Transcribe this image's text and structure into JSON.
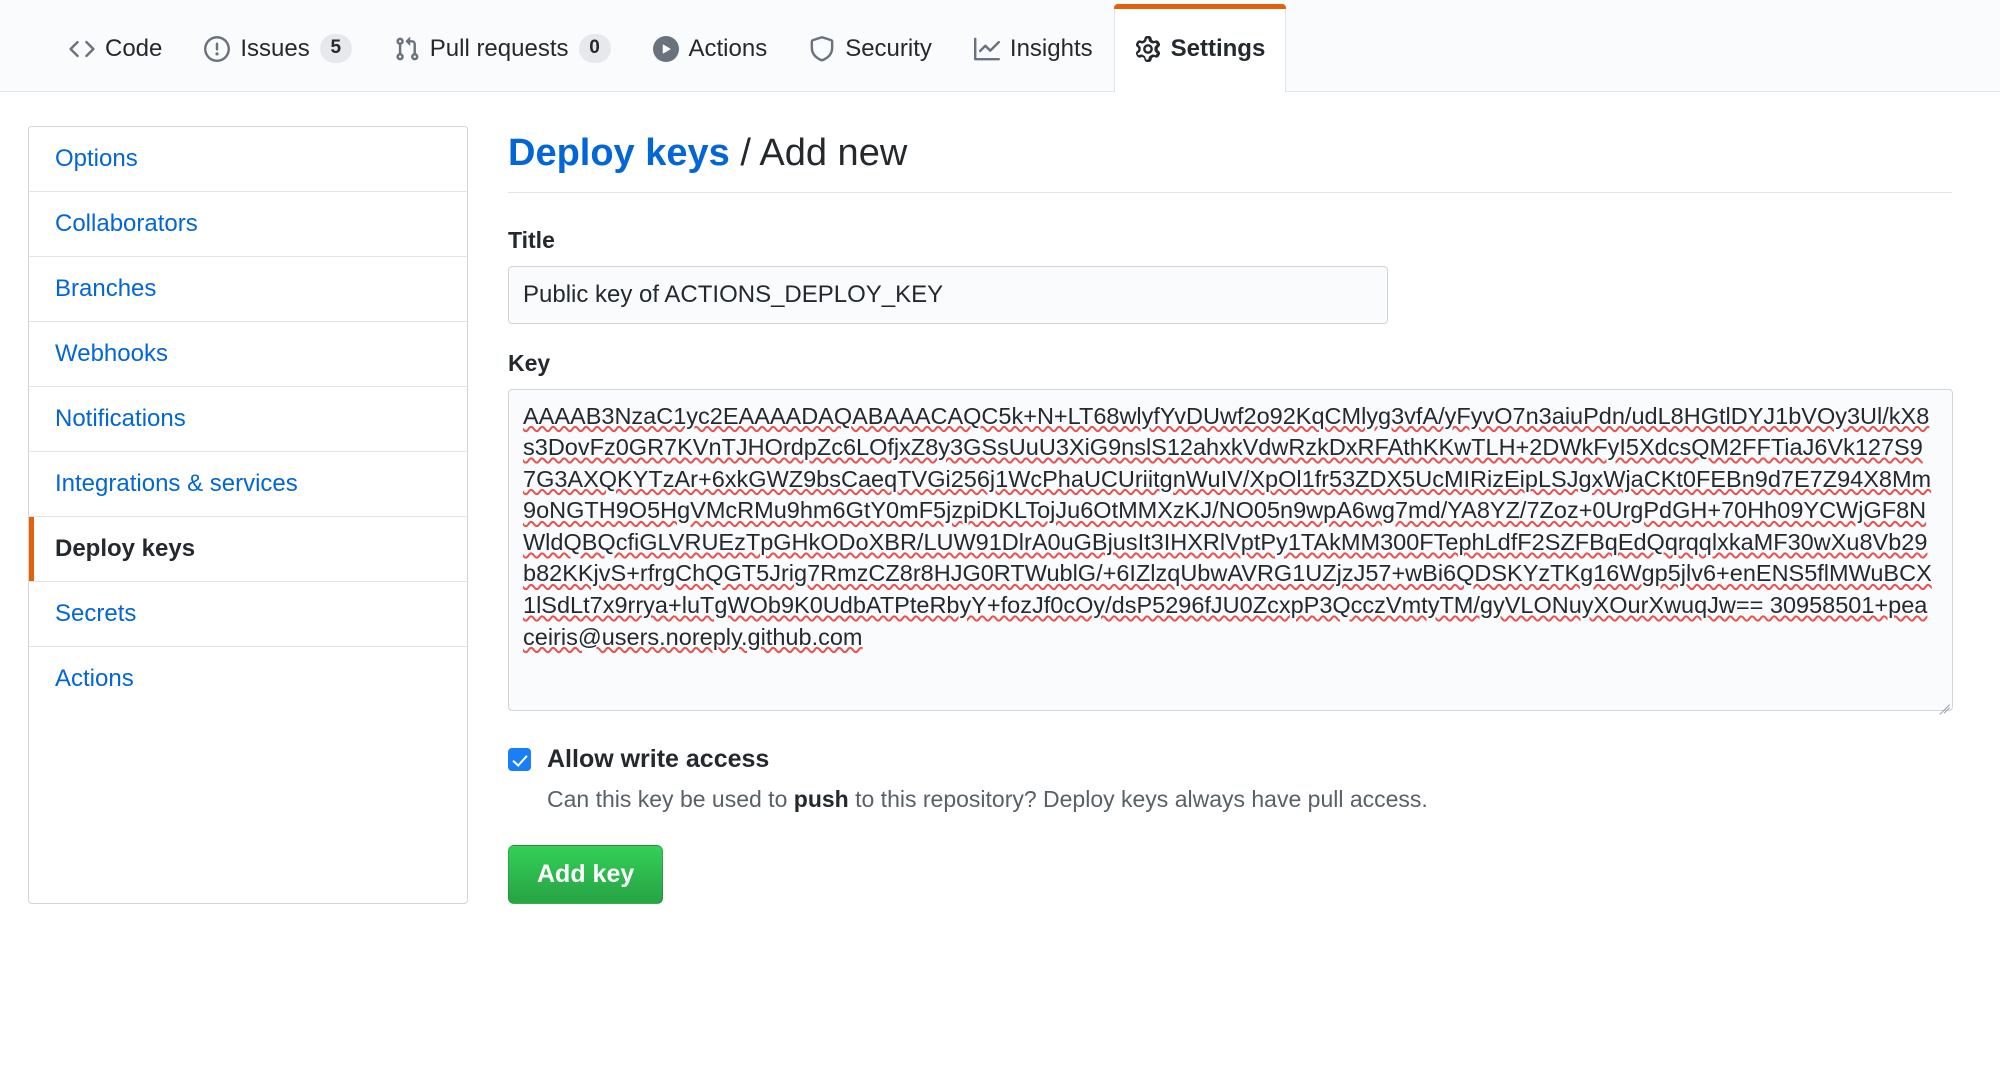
{
  "repo_nav": {
    "tabs": [
      {
        "label": "Code",
        "icon": "code-icon",
        "counter": null,
        "selected": false
      },
      {
        "label": "Issues",
        "icon": "issue-icon",
        "counter": "5",
        "selected": false
      },
      {
        "label": "Pull requests",
        "icon": "git-pull-request-icon",
        "counter": "0",
        "selected": false
      },
      {
        "label": "Actions",
        "icon": "play-icon",
        "counter": null,
        "selected": false
      },
      {
        "label": "Security",
        "icon": "shield-icon",
        "counter": null,
        "selected": false
      },
      {
        "label": "Insights",
        "icon": "graph-icon",
        "counter": null,
        "selected": false
      },
      {
        "label": "Settings",
        "icon": "gear-icon",
        "counter": null,
        "selected": true
      }
    ]
  },
  "sidebar": {
    "items": [
      {
        "label": "Options",
        "selected": false
      },
      {
        "label": "Collaborators",
        "selected": false
      },
      {
        "label": "Branches",
        "selected": false
      },
      {
        "label": "Webhooks",
        "selected": false
      },
      {
        "label": "Notifications",
        "selected": false
      },
      {
        "label": "Integrations & services",
        "selected": false
      },
      {
        "label": "Deploy keys",
        "selected": true
      },
      {
        "label": "Secrets",
        "selected": false
      },
      {
        "label": "Actions",
        "selected": false
      }
    ]
  },
  "main": {
    "breadcrumb_link": "Deploy keys",
    "breadcrumb_separator": "/",
    "breadcrumb_current": "Add new",
    "title_field": {
      "label": "Title",
      "value": "Public key of ACTIONS_DEPLOY_KEY",
      "placeholder": ""
    },
    "key_field": {
      "label": "Key",
      "value": "AAAAB3NzaC1yc2EAAAADAQABAAACAQC5k+N+LT68wlyfYvDUwf2o92KqCMlyg3vfA/yFyvO7n3aiuPdn/udL8HGtlDYJ1bVOy3Ul/kX8s3DovFz0GR7KVnTJHOrdpZc6LOfjxZ8y3GSsUuU3XiG9nslS12ahxkVdwRzkDxRFAthKKwTLH+2DWkFyI5XdcsQM2FFTiaJ6Vk127S97G3AXQKYTzAr+6xkGWZ9bsCaeqTVGi256j1WcPhaUCUriitgnWuIV/XpOl1fr53ZDX5UcMIRizEipLSJgxWjaCKt0FEBn9d7E7Z94X8Mm9oNGTH9O5HgVMcRMu9hm6GtY0mF5jzpiDKLTojJu6OtMMXzKJ/NO05n9wpA6wg7md/YA8YZ/7Zoz+0UrgPdGH+70Hh09YCWjGF8NWldQBQcfiGLVRUEzTpGHkODoXBR/LUW91DlrA0uGBjusIt3IHXRlVptPy1TAkMM300FTephLdfF2SZFBqEdQqrqqlxkaMF30wXu8Vb29b82KKjvS+rfrgChQGT5Jrig7RmzCZ8r8HJG0RTWublG/+6IZlzqUbwAVRG1UZjzJ57+wBi6QDSKYzTKg16Wgp5jlv6+enENS5flMWuBCX1lSdLt7x9rrya+luTgWOb9K0UdbATPteRbyY+fozJf0cOy/dsP5296fJU0ZcxpP3QcczVmtyTM/gyVLONuyXOurXwuqJw== 30958501+peaceiris@users.noreply.github.com",
      "spellcheck_underline": true
    },
    "write_access": {
      "checked": true,
      "label": "Allow write access",
      "note_before": "Can this key be used to ",
      "note_bold": "push",
      "note_after": " to this repository? Deploy keys always have pull access."
    },
    "submit_label": "Add key"
  },
  "colors": {
    "accent_orange": "#e36209",
    "link_blue": "#0366d6",
    "checkbox_blue": "#1a7ef9",
    "button_green": "#2cbe4e",
    "spellcheck_red": "#e8534f",
    "border_gray": "#d1d5da",
    "text_dark": "#24292e",
    "muted_text": "#586069"
  }
}
